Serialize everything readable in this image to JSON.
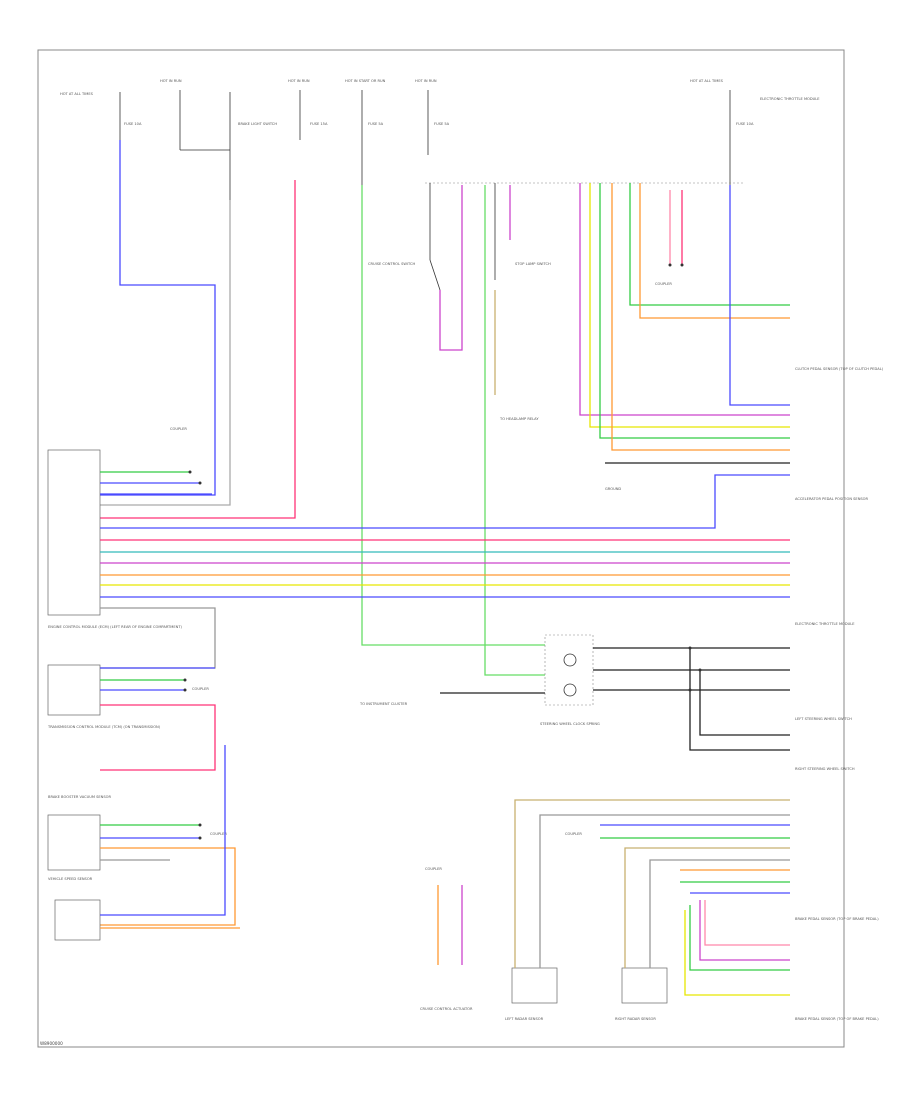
{
  "labels": {
    "frame_code": "W8900000",
    "ecm": "ENGINE CONTROL MODULE (ECM) (LEFT REAR OF ENGINE COMPARTMENT)",
    "tcm": "TRANSMISSION CONTROL MODULE (TCM) (ON TRANSMISSION)",
    "brake_booster": "BRAKE BOOSTER VACUUM SENSOR",
    "cruise_switch": "CRUISE CONTROL SWITCH",
    "cruise_actuator": "CRUISE CONTROL ACTUATOR",
    "clock_spring": "STEERING WHEEL CLOCK SPRING",
    "clutch_sensor": "CLUTCH PEDAL SENSOR (TOP OF CLUTCH PEDAL)",
    "brake_pedal_sensor": "BRAKE PEDAL SENSOR (TOP OF BRAKE PEDAL)",
    "accel_pedal": "ACCELERATOR PEDAL POSITION SENSOR",
    "electronic_throttle": "ELECTRONIC THROTTLE MODULE",
    "left_steering_switch": "LEFT STEERING WHEEL SWITCH",
    "right_steering_switch": "RIGHT STEERING WHEEL SWITCH",
    "vehicle_speed_sensor": "VEHICLE SPEED SENSOR",
    "left_radar": "LEFT RADAR SENSOR",
    "right_radar": "RIGHT RADAR SENSOR",
    "hot_at_all_times": "HOT AT ALL TIMES",
    "hot_in_run": "HOT IN RUN",
    "hot_in_start": "HOT IN START OR RUN",
    "fuse_10a": "FUSE 10A",
    "fuse_15a": "FUSE 15A",
    "fuse_5a": "FUSE 5A",
    "brake_switch": "BRAKE LIGHT SWITCH",
    "stop_lamp_switch": "STOP LAMP SWITCH",
    "coupler": "COUPLER",
    "ground": "GROUND",
    "to_headlamp": "TO HEADLAMP RELAY",
    "to_instrument": "TO INSTRUMENT CLUSTER"
  },
  "colors": {
    "blue": "#4a4aff",
    "red": "#ff3377",
    "green": "#33cc44",
    "yellow": "#e6e600",
    "orange": "#ff9933",
    "violet": "#cc44cc",
    "tan": "#c8b070",
    "gray": "#999999",
    "black": "#222222",
    "pink": "#ff88aa",
    "cyan": "#33bbbb"
  }
}
